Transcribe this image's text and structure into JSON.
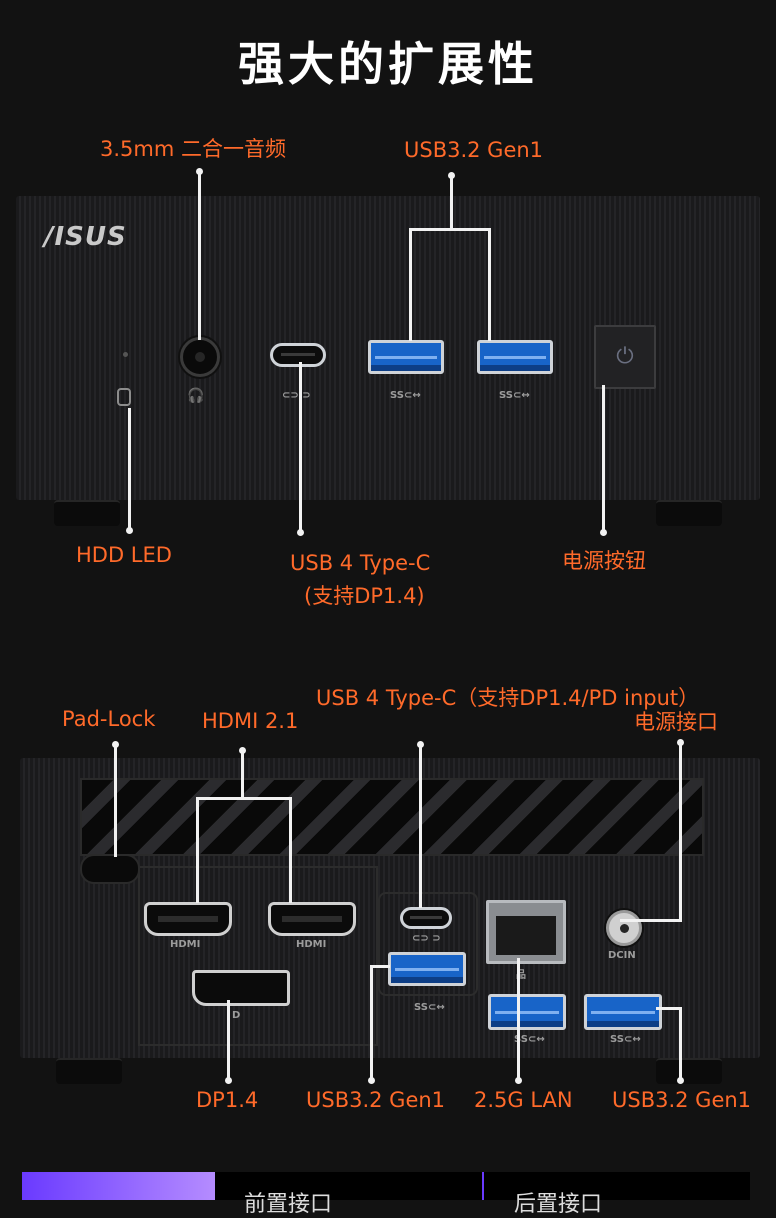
{
  "title": "强大的扩展性",
  "front": {
    "logo": "/ISUS",
    "labels": {
      "audio": "3.5mm 二合一音频",
      "usb32": "USB3.2 Gen1",
      "hdd_led": "HDD LED",
      "usb4_line1": "USB 4 Type-C",
      "usb4_line2": "(支持DP1.4)",
      "power_button": "电源按钮"
    },
    "port_marks": {
      "ss": "SS⊂↔",
      "c_mark": "⊂⊃ ⊃",
      "power_glyph": "⏻",
      "hdd_glyph": "⌂",
      "mic_glyph": "🎧"
    }
  },
  "rear": {
    "labels": {
      "padlock": "Pad-Lock",
      "hdmi": "HDMI 2.1",
      "usb4": "USB 4 Type-C（支持DP1.4/PD input）",
      "power_port": "电源接口",
      "dp": "DP1.4",
      "usb32_left": "USB3.2 Gen1",
      "lan": "2.5G LAN",
      "usb32_right": "USB3.2 Gen1"
    },
    "port_marks": {
      "hdmi": "HDMI",
      "dcin": "DCIN",
      "ss": "SS⊂↔",
      "dp_mark": "D",
      "lan_mark": "品"
    }
  },
  "bottom_tabs": {
    "left": "前置接口",
    "right": "后置接口"
  }
}
